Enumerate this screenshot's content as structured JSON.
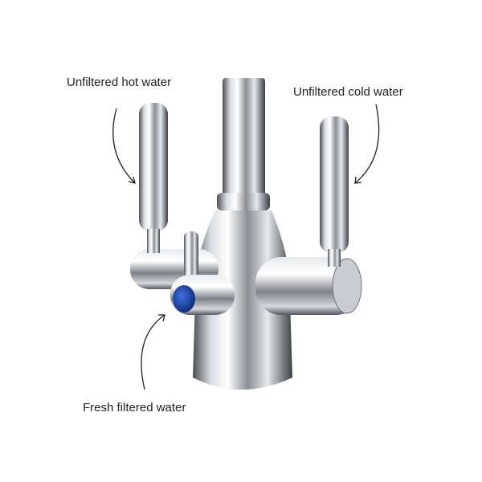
{
  "labels": {
    "hot": "Unfiltered hot water",
    "cold": "Unfiltered cold water",
    "fresh": "Fresh filtered water"
  },
  "colors": {
    "chrome_light": "#f4f6f8",
    "chrome_dark": "#3a3d42",
    "filtered_button": "#1f4fb5"
  }
}
